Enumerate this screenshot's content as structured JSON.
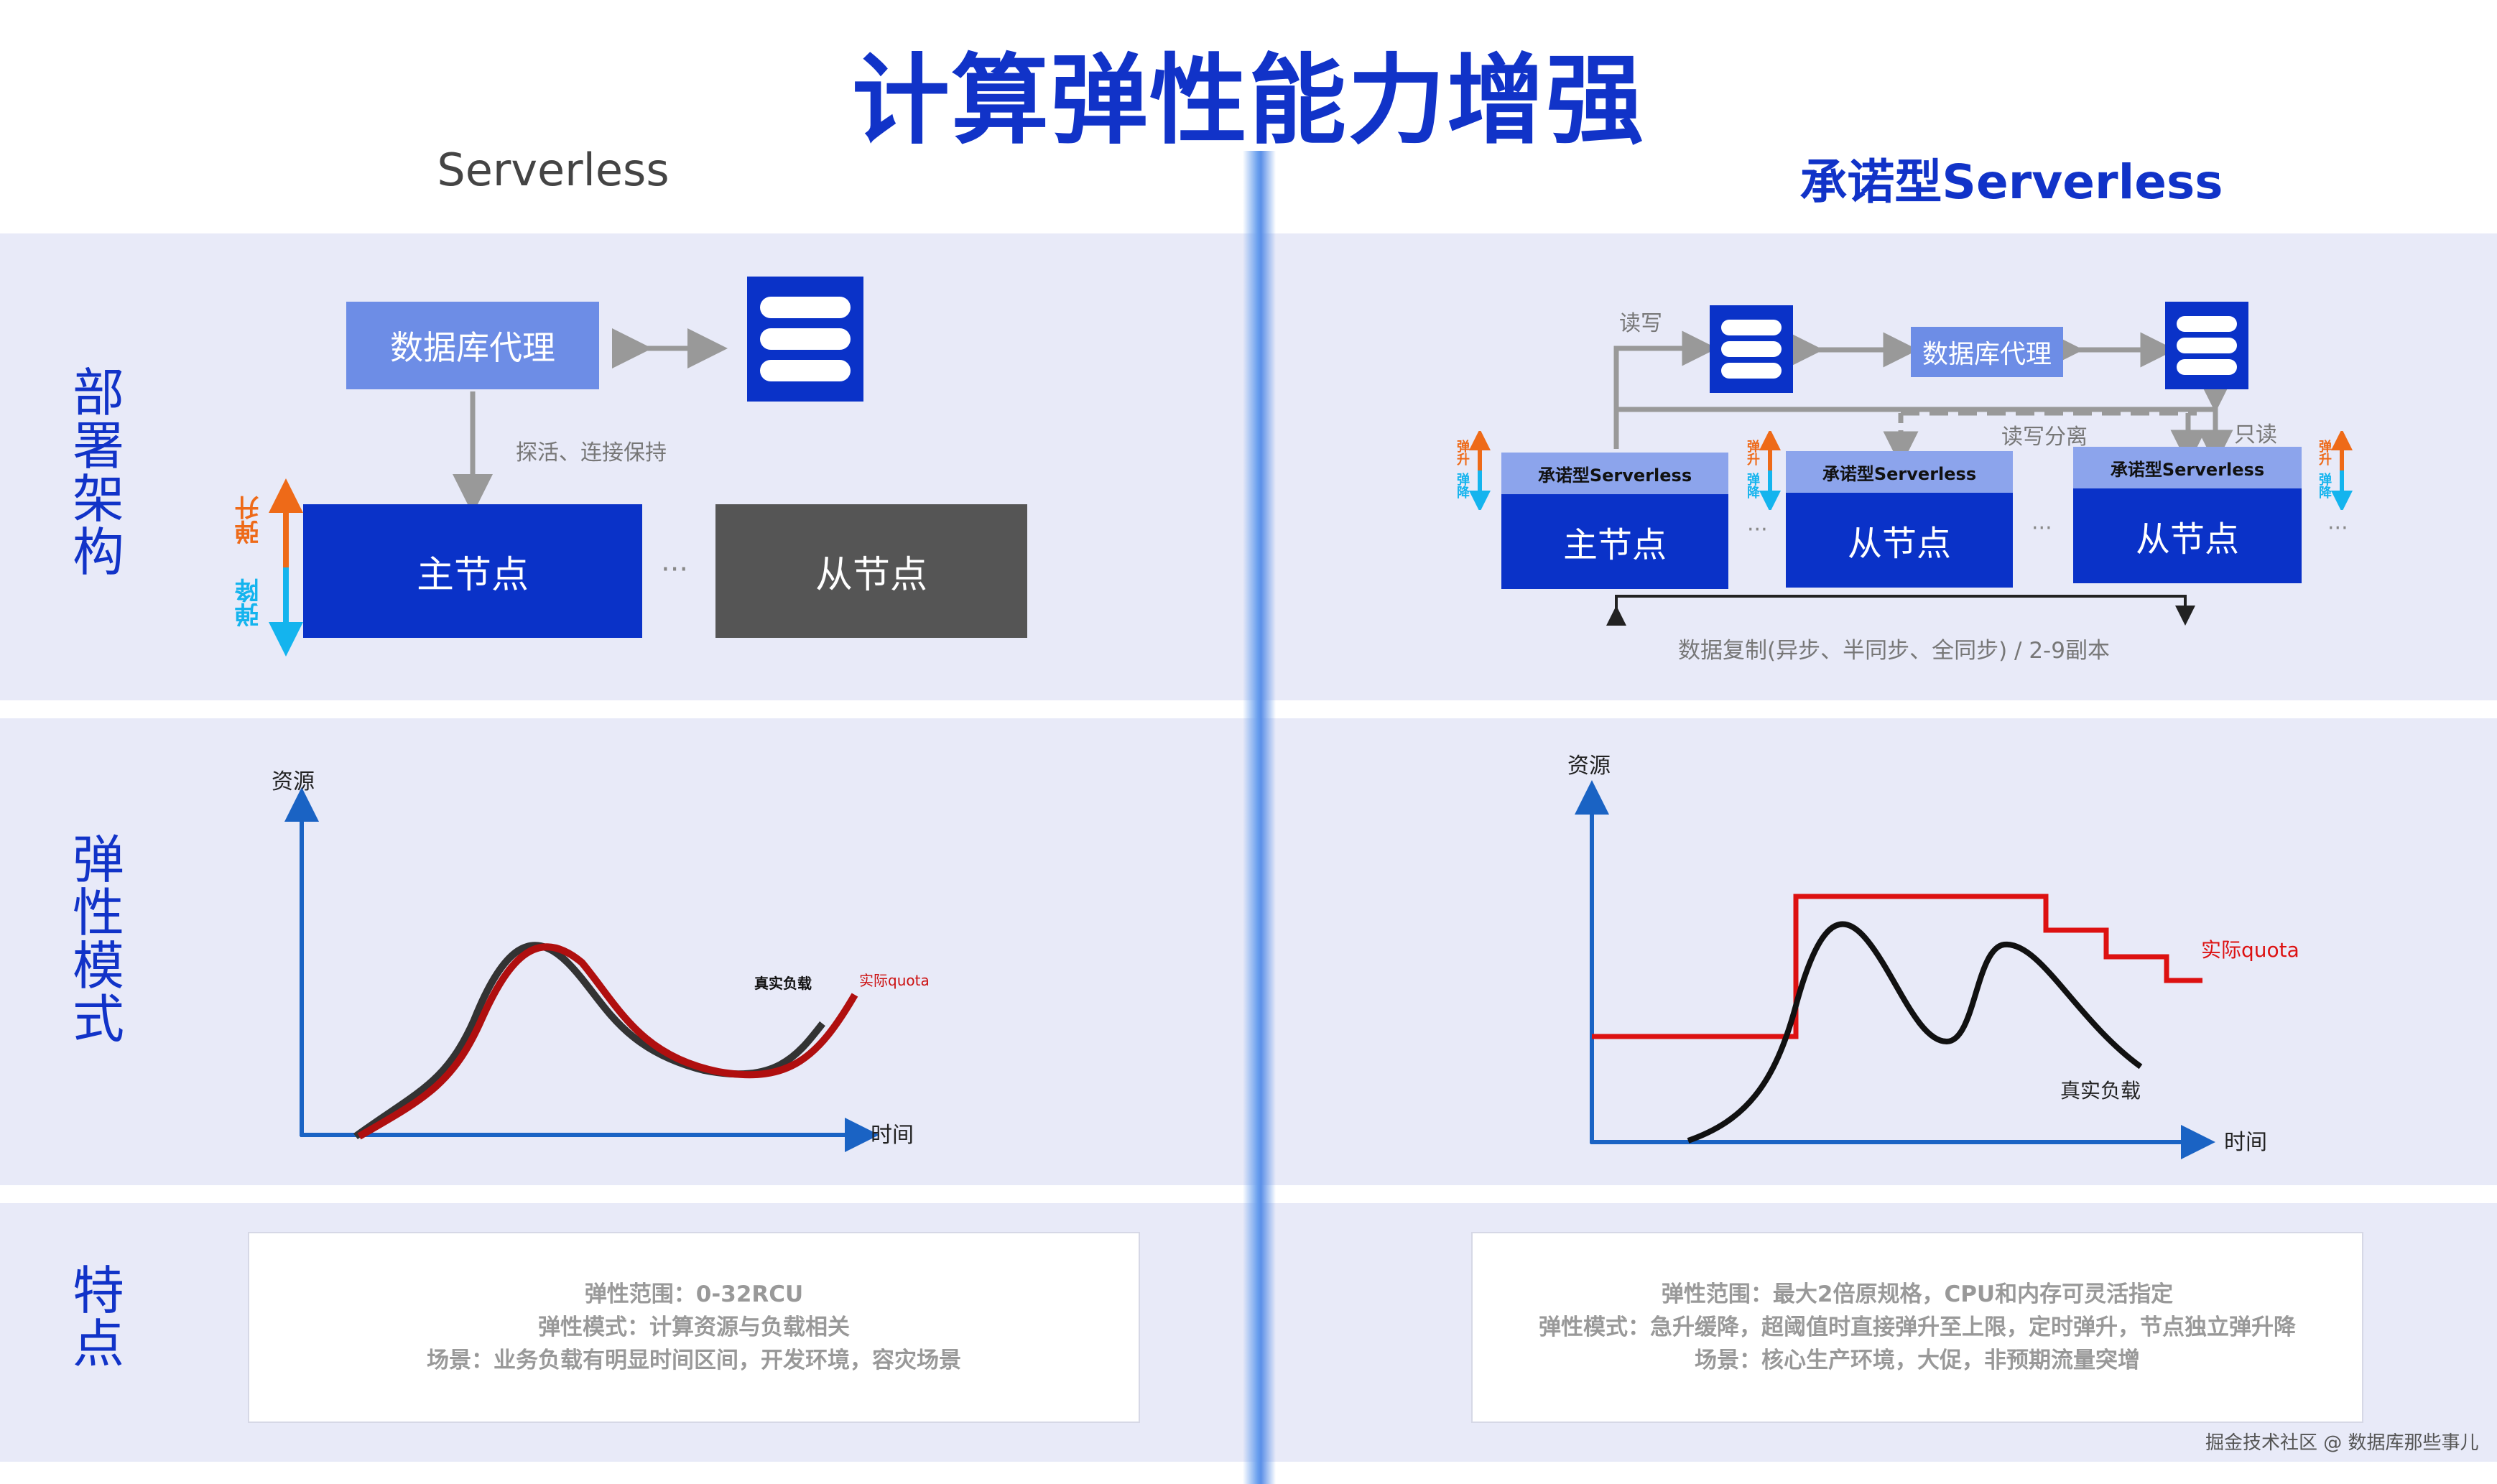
{
  "title": "计算弹性能力增强",
  "columns": {
    "left": "Serverless",
    "right": "承诺型Serverless"
  },
  "row_labels": {
    "deploy": "部署架构",
    "elastic": "弹性模式",
    "feature": "特点"
  },
  "left_deploy": {
    "proxy": "数据库代理",
    "probe_label": "探活、连接保持",
    "primary": "主节点",
    "replica": "从节点",
    "up": "弹升",
    "down": "弹降",
    "ellipsis": "···"
  },
  "right_deploy": {
    "proxy": "数据库代理",
    "read_write": "读写",
    "rw_split": "读写分离",
    "read_only": "只读",
    "node_header": "承诺型Serverless",
    "primary": "主节点",
    "replica": "从节点",
    "up": "弹升",
    "down": "弹降",
    "ellipsis": "···",
    "replication": "数据复制(异步、半同步、全同步) / 2-9副本"
  },
  "left_chart": {
    "y_label": "资源",
    "x_label": "时间",
    "real_load": "真实负载",
    "actual_quota": "实际quota"
  },
  "right_chart": {
    "y_label": "资源",
    "x_label": "时间",
    "real_load": "真实负载",
    "actual_quota": "实际quota"
  },
  "left_features": [
    "弹性范围：0-32RCU",
    "弹性模式：计算资源与负载相关",
    "场景：业务负载有明显时间区间，开发环境，容灾场景"
  ],
  "right_features": [
    "弹性范围：最大2倍原规格，CPU和内存可灵活指定",
    "弹性模式：急升缓降，超阈值时直接弹升至上限，定时弹升，节点独立弹升降",
    "场景：核心生产环境，大促，非预期流量突增"
  ],
  "watermark": "掘金技术社区 @ 数据库那些事儿",
  "colors": {
    "title": "#1133c8",
    "node": "#0a32c8",
    "proxy": "#6d8de6",
    "header": "#8ca4ec",
    "replica_gray": "#555555",
    "up": "#ee6a18",
    "down": "#14b4ee",
    "quota_red": "#cc1010",
    "band": "#e8eaf8",
    "axis": "#1a63c4"
  }
}
